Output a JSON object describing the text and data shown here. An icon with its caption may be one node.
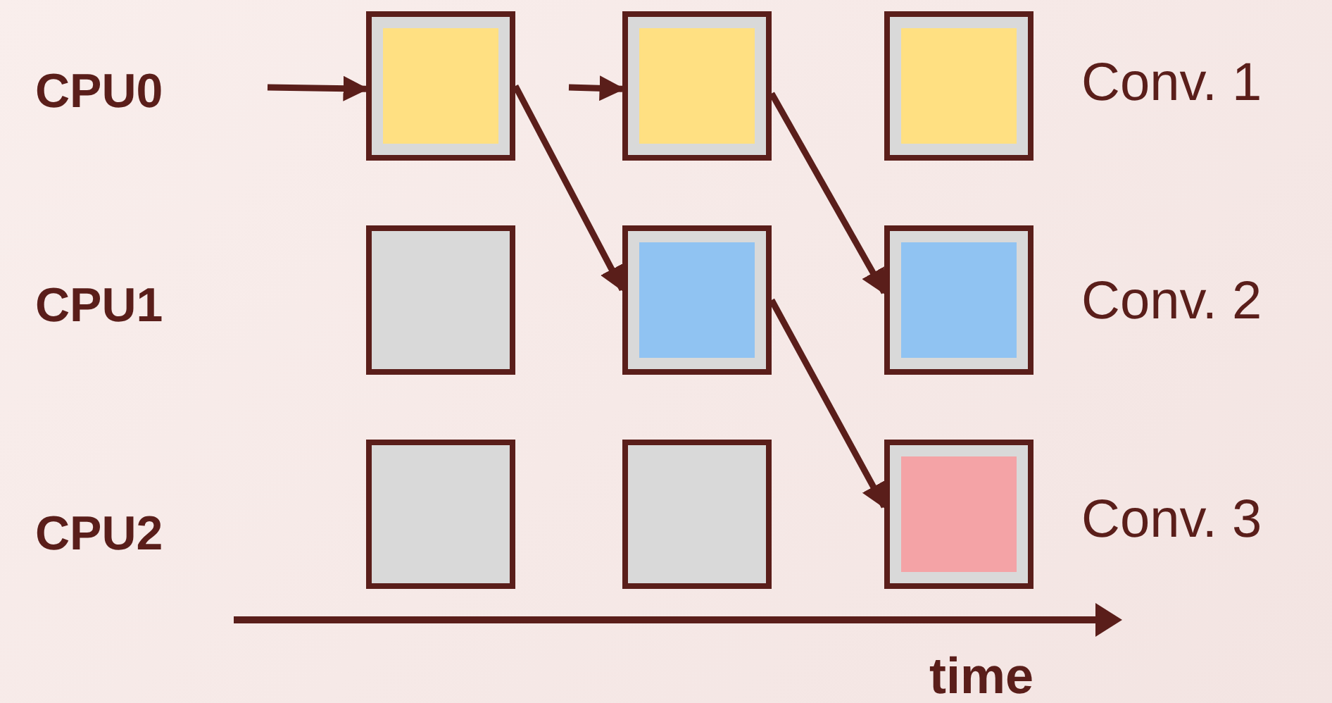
{
  "diagram": {
    "nodes": [
      {
        "text": [],
        "shape": "box"
      },
      {
        "text": [],
        "shape": "box",
        "in": 0
      },
      {
        "text": [],
        "shape": "box"
      },
      {
        "text": [],
        "shape": "box",
        "in": 2
      },
      {
        "text": [],
        "shape": "box"
      },
      {
        "text": [],
        "shape": "box",
        "in": 4
      },
      {
        "text": [],
        "shape": "box"
      },
      {
        "text": [],
        "shape": "box"
      },
      {
        "text": [],
        "shape": "box",
        "in": 7
      },
      {
        "text": [],
        "shape": "box"
      },
      {
        "text": [],
        "shape": "box",
        "in": 9
      },
      {
        "text": [],
        "shape": "box"
      },
      {
        "text": [],
        "shape": "box"
      },
      {
        "text": [],
        "shape": "box"
      },
      {
        "text": [],
        "shape": "box",
        "in": 13
      }
    ],
    "edges": [
      {
        "from": null,
        "to": 0,
        "arrow": "to"
      },
      {
        "from": null,
        "to": 2,
        "arrow": "to"
      },
      {
        "from": 0,
        "to": 7,
        "arrow": "to"
      },
      {
        "from": 2,
        "to": 9,
        "arrow": "to"
      },
      {
        "from": 7,
        "to": 13,
        "arrow": "to"
      }
    ],
    "labels": [
      "CPU0",
      "Conv. 1",
      "CPU1",
      "Conv. 2",
      "CPU2",
      "Conv. 3",
      "time"
    ]
  }
}
